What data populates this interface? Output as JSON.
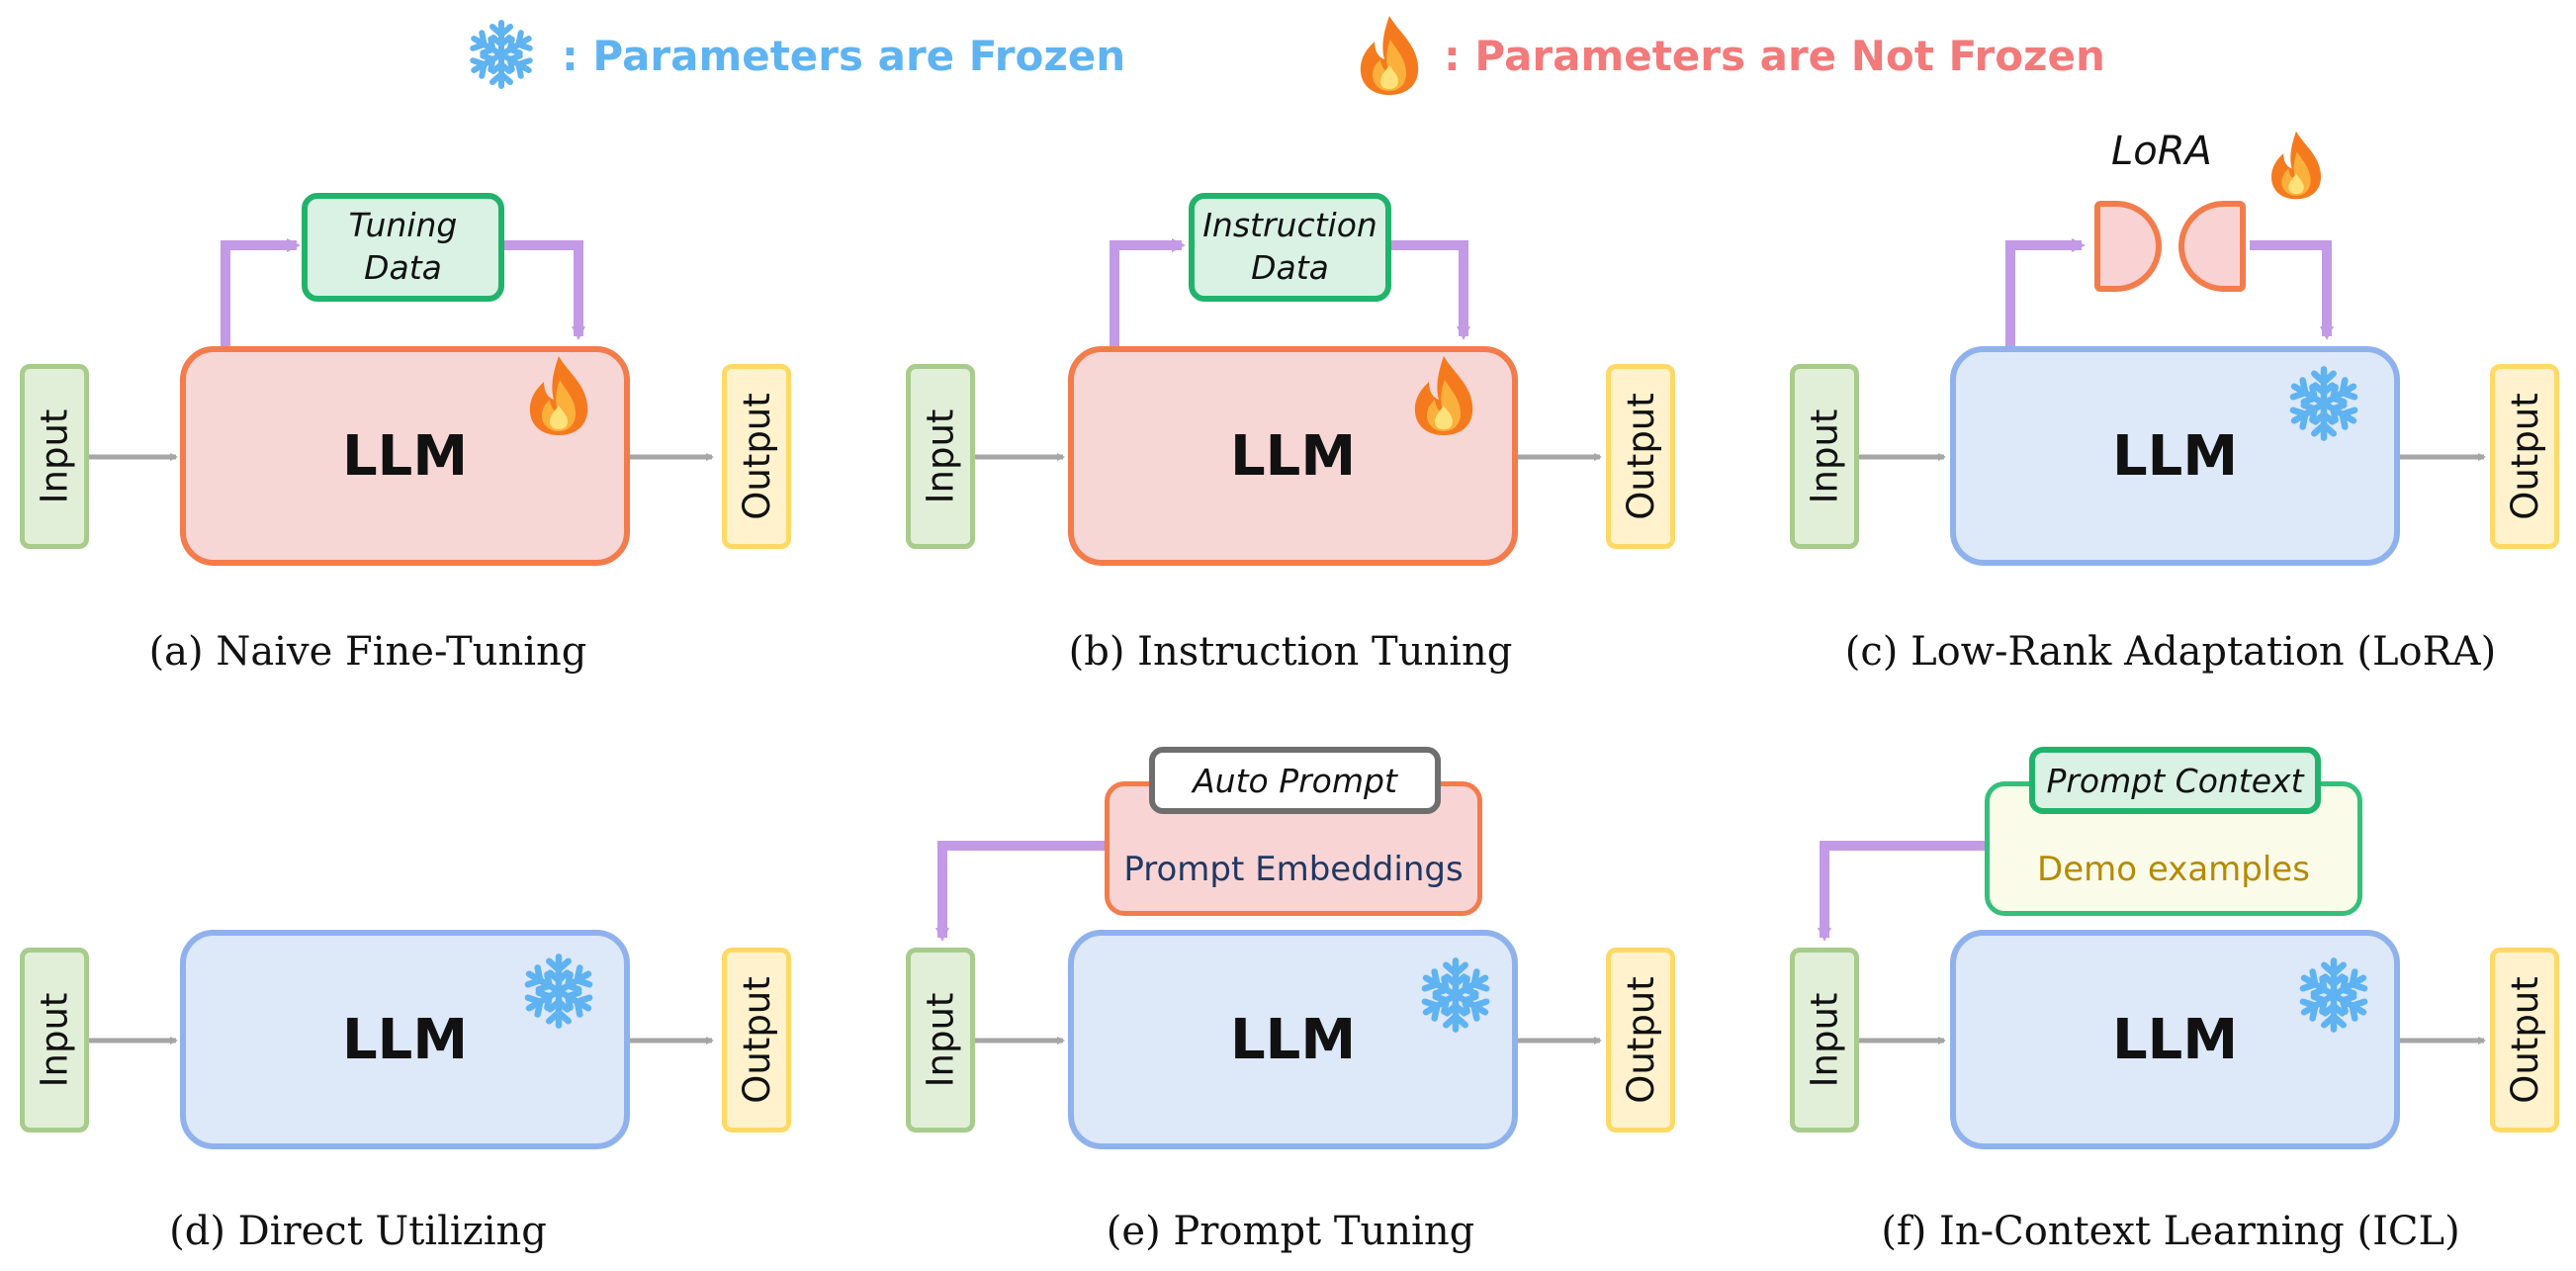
{
  "legend": {
    "frozen_label": ": Parameters are Frozen",
    "not_frozen_label": ": Parameters are Not Frozen",
    "frozen_color": "#5fb3f0",
    "not_frozen_color": "#f27a7a",
    "frozen_icon": "snowflake-icon",
    "not_frozen_icon": "flame-icon"
  },
  "colors": {
    "arrow_gray": "#a6a6a6",
    "arrow_purple": "#c39ae6",
    "llm_trainable_fill": "#f7d6d6",
    "llm_frozen_fill": "#dde8f8"
  },
  "panels": {
    "a": {
      "caption": "(a) Naive Fine-Tuning",
      "input": "Input",
      "llm": "LLM",
      "output": "Output",
      "data_line1": "Tuning",
      "data_line2": "Data",
      "state": "not-frozen"
    },
    "b": {
      "caption": "(b) Instruction Tuning",
      "input": "Input",
      "llm": "LLM",
      "output": "Output",
      "data_line1": "Instruction",
      "data_line2": "Data",
      "state": "not-frozen"
    },
    "c": {
      "caption": "(c) Low-Rank Adaptation (LoRA)",
      "input": "Input",
      "llm": "LLM",
      "output": "Output",
      "lora_label": "LoRA",
      "state": "frozen"
    },
    "d": {
      "caption": "(d) Direct Utilizing",
      "input": "Input",
      "llm": "LLM",
      "output": "Output",
      "state": "frozen"
    },
    "e": {
      "caption": "(e) Prompt Tuning",
      "input": "Input",
      "llm": "LLM",
      "output": "Output",
      "auto_prompt": "Auto Prompt",
      "embeddings": "Prompt Embeddings",
      "state": "frozen"
    },
    "f": {
      "caption": "(f) In-Context Learning (ICL)",
      "input": "Input",
      "llm": "LLM",
      "output": "Output",
      "prompt_context": "Prompt Context",
      "demo": "Demo examples",
      "state": "frozen"
    }
  }
}
